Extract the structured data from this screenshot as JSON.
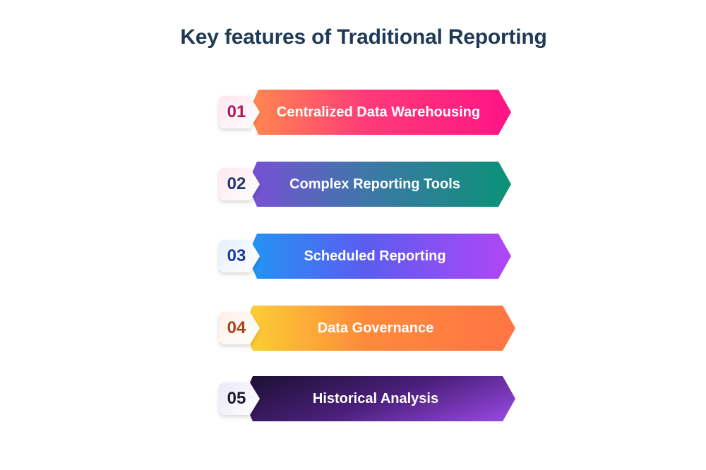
{
  "title": "Key features of Traditional Reporting",
  "items": [
    {
      "number": "01",
      "label": "Centralized Data Warehousing",
      "number_color": "#b0185e",
      "badge_bg": "#fde6ef",
      "gradient": [
        "#ff8a4c",
        "#ff3a78",
        "#ff1486"
      ]
    },
    {
      "number": "02",
      "label": "Complex Reporting Tools",
      "number_color": "#1f3a6e",
      "badge_bg": "#fde8f0",
      "gradient": [
        "#7a4fd6",
        "#3e77a8",
        "#0b9276"
      ]
    },
    {
      "number": "03",
      "label": "Scheduled Reporting",
      "number_color": "#1a3aa0",
      "badge_bg": "#e6effc",
      "gradient": [
        "#2196f3",
        "#5b5cf0",
        "#b246f5"
      ]
    },
    {
      "number": "04",
      "label": "Data Governance",
      "number_color": "#a8421c",
      "badge_bg": "#fdf0e6",
      "gradient": [
        "#fbd235",
        "#ff8a3a",
        "#ff7444"
      ]
    },
    {
      "number": "05",
      "label": "Historical Analysis",
      "number_color": "#1c1930",
      "badge_bg": "#ece8f7",
      "gradient": [
        "#1a1030",
        "#4a1f7a",
        "#9b4ae6"
      ]
    }
  ]
}
